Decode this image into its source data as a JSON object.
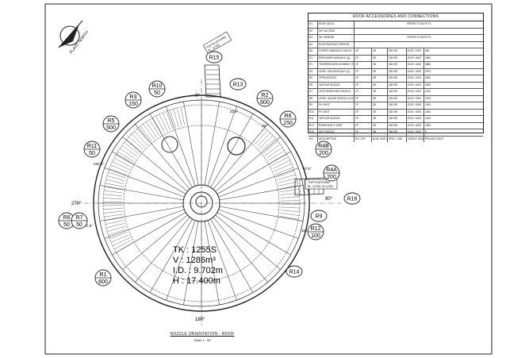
{
  "table": {
    "title": "ROOF ACCESSORIES AND CONNECTIONS",
    "rows": [
      [
        "N1",
        "ROOF DECK",
        "REFER TO NOTE F1"
      ],
      [
        "N2",
        "SKY ACCESS",
        ""
      ],
      [
        "N3",
        "SKY BRIDGE",
        "REFER TO NOTE F1"
      ],
      [
        "N4",
        "ROOF/PARTING PERSON",
        ""
      ],
      [
        "N5",
        "FOREST MANHOLE HATCH",
        "4P",
        "2B",
        "300-RB",
        "ELEV. 1050",
        "450"
      ],
      [
        "R1",
        "PRESSURE MANHOLE (A)",
        "1P",
        "3B",
        "300-RB",
        "ELEV. 1050",
        "1860"
      ],
      [
        "R1",
        "TEMPERATURE ELEMENT (TE)",
        "1P",
        "3B",
        "300-RB",
        "ELEV. 1050",
        "3860"
      ],
      [
        "R4",
        "LEVEL GAUGE/SCALE (A)",
        "1P",
        "3B",
        "300-RB",
        "ELEV. 1050",
        "3970"
      ],
      [
        "R5",
        "OPEN NOZZLE",
        "1P",
        "3B",
        "300-RB",
        "ELEV. 1050",
        "3000"
      ],
      [
        "R6",
        "VAPOUR NOZZLE",
        "1P",
        "3B",
        "300-RB",
        "ELEV. 1050",
        "3200"
      ],
      [
        "R7",
        "VENT BREATHER NOZZLE",
        "1P",
        "3B",
        "300-RB",
        "ELEV. 1050",
        "1200"
      ],
      [
        "R8",
        "LEVEL GAUGE NOZZLE (LCG)",
        "1P",
        "3B",
        "300-RB",
        "ELEV. 1050",
        "1675"
      ],
      [
        "R9",
        "PV VENT",
        "1P",
        "3B",
        "300-RB",
        "ELEV. 1050",
        "1300"
      ],
      [
        "R10",
        "PV VENT",
        "1P",
        "3B",
        "300-RB",
        "ELEV. 1050",
        "1300"
      ],
      [
        "R11",
        "VAPOUR NOZZLE",
        "1P",
        "3B",
        "300-RB",
        "ELEV. 1050",
        "1400"
      ],
      [
        "R12",
        "EMERGENCY VENT",
        "1P",
        "3B",
        "300-RB",
        "ELEV. 1050",
        "1500"
      ],
      [
        "R13",
        "ANT NOZZLE",
        "1P",
        "3B",
        "300-RB",
        "ELEV. 1050",
        "0"
      ],
      [
        "NO.",
        "DESCRIPTION",
        "NO. OFF",
        "NOM. SIZE (MM)",
        "SPEC. SIZE",
        "ORIENT. ANGLE",
        "PROJECTION RADIUS"
      ]
    ]
  },
  "drawing": {
    "north_label": "PLANT NORTH",
    "angles": {
      "top": "0°",
      "right": "90°",
      "bottom": "180°",
      "left": "270°"
    },
    "angle_extra": [
      "22.5°",
      "45°",
      "67.5°",
      "112.5°",
      "247.5°",
      "292.5°"
    ],
    "platform_notes": [
      {
        "lines": [
          "TOP PLATFORM",
          "EL. 11700"
        ]
      },
      {
        "lines": [
          "TOP PLATFORM",
          "EL. 11700, ID=1250"
        ]
      }
    ],
    "nozzles": [
      {
        "tag": "R15",
        "size": ""
      },
      {
        "tag": "R10",
        "size": "50"
      },
      {
        "tag": "R13",
        "size": ""
      },
      {
        "tag": "R3",
        "size": "150"
      },
      {
        "tag": "R2",
        "size": "600"
      },
      {
        "tag": "R5",
        "size": "500"
      },
      {
        "tag": "R8",
        "size": "150"
      },
      {
        "tag": "R11",
        "size": "50"
      },
      {
        "tag": "R4B",
        "size": "200"
      },
      {
        "tag": "R4A",
        "size": "200"
      },
      {
        "tag": "R16",
        "size": ""
      },
      {
        "tag": "R6",
        "size": "50"
      },
      {
        "tag": "R7",
        "size": "50"
      },
      {
        "tag": "R9",
        "size": ""
      },
      {
        "tag": "R12",
        "size": "100"
      },
      {
        "tag": "R1",
        "size": "600"
      },
      {
        "tag": "R14",
        "size": ""
      }
    ],
    "specs": [
      "TK  : 1255S",
      "V   : 1286m³",
      "I.D. : 9.702m",
      "H    : 17.400m"
    ],
    "caption": {
      "title": "NOZZLE ORIENTATION - ROOF",
      "scale": "Scale 1 : 50"
    }
  }
}
